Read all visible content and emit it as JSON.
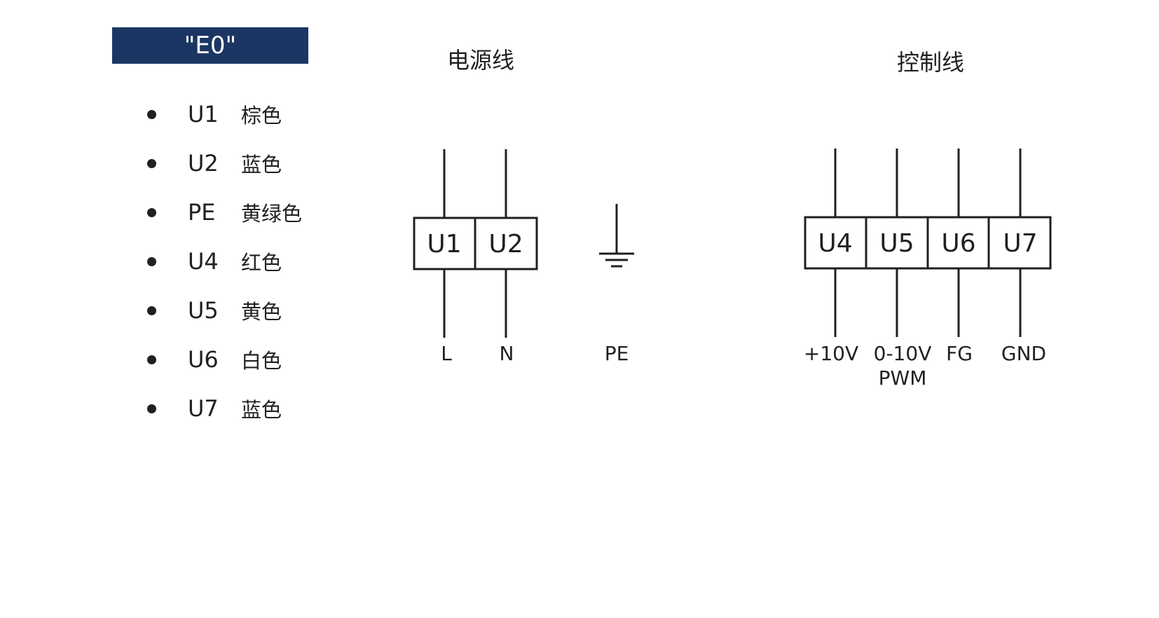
{
  "badge": {
    "label": "\"E0\""
  },
  "legend": {
    "items": [
      {
        "code": "U1",
        "color": "棕色"
      },
      {
        "code": "U2",
        "color": "蓝色"
      },
      {
        "code": "PE",
        "color": "黄绿色"
      },
      {
        "code": "U4",
        "color": "红色"
      },
      {
        "code": "U5",
        "color": "黄色"
      },
      {
        "code": "U6",
        "color": "白色"
      },
      {
        "code": "U7",
        "color": "蓝色"
      }
    ]
  },
  "power": {
    "title": "电源线",
    "terminals": [
      "U1",
      "U2"
    ],
    "labels": [
      "L",
      "N"
    ],
    "ground_label": "PE"
  },
  "control": {
    "title": "控制线",
    "terminals": [
      "U4",
      "U5",
      "U6",
      "U7"
    ],
    "labels": [
      "+10V",
      "0-10V",
      "FG",
      "GND"
    ],
    "sublabel": "PWM"
  },
  "colors": {
    "badge_bg": "#1c3664",
    "line": "#231f20"
  }
}
